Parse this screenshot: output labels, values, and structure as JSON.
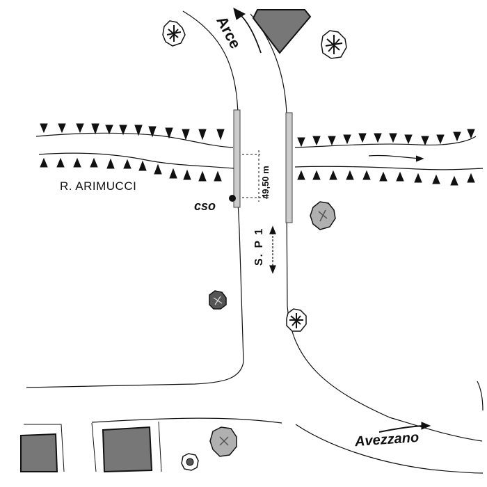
{
  "labels": {
    "river": "R.  ARIMUCCI",
    "cso": "cso",
    "north_destination": "Arce",
    "south_destination": "Avezzano",
    "road": "S. P 1",
    "distance": "49,50 m"
  },
  "colors": {
    "line": "#111111",
    "building": "#777777",
    "tree_light": "#b0b0b0",
    "bridge_rail": "#cccccc"
  },
  "icons": [
    "direction-arrow",
    "tree-icon",
    "building",
    "cso-point"
  ]
}
